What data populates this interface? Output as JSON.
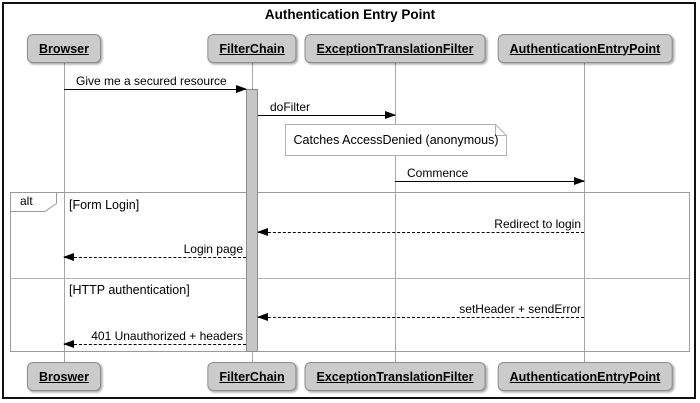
{
  "diagram": {
    "title": "Authentication Entry Point",
    "participants": [
      {
        "top_label": "Browser",
        "bottom_label": "Broswer"
      },
      {
        "top_label": "FilterChain",
        "bottom_label": "FilterChain"
      },
      {
        "top_label": "ExceptionTranslationFilter",
        "bottom_label": "ExceptionTranslationFilter"
      },
      {
        "top_label": "AuthenticationEntryPoint",
        "bottom_label": "AuthenticationEntryPoint"
      }
    ],
    "messages": [
      {
        "label": "Give me a secured resource",
        "from": "Browser",
        "to": "FilterChain",
        "line": "solid",
        "direction": "right"
      },
      {
        "label": "doFilter",
        "from": "FilterChain",
        "to": "ExceptionTranslationFilter",
        "line": "solid",
        "direction": "right"
      },
      {
        "label": "Commence",
        "from": "ExceptionTranslationFilter",
        "to": "AuthenticationEntryPoint",
        "line": "solid",
        "direction": "right"
      },
      {
        "label": "Redirect to login",
        "from": "AuthenticationEntryPoint",
        "to": "FilterChain",
        "line": "dashed",
        "direction": "left"
      },
      {
        "label": "Login page",
        "from": "FilterChain",
        "to": "Browser",
        "line": "dashed",
        "direction": "left"
      },
      {
        "label": "setHeader + sendError",
        "from": "AuthenticationEntryPoint",
        "to": "FilterChain",
        "line": "dashed",
        "direction": "left"
      },
      {
        "label": "401 Unauthorized + headers",
        "from": "FilterChain",
        "to": "Browser",
        "line": "dashed",
        "direction": "left"
      }
    ],
    "note": {
      "text": "Catches AccessDenied (anonymous)"
    },
    "alt_frame": {
      "operator": "alt",
      "sections": [
        {
          "guard": "[Form Login]"
        },
        {
          "guard": "[HTTP authentication]"
        }
      ]
    },
    "colors": {
      "background": "#ffffff",
      "outer_border": "#111111",
      "participant_fill": "#cbcbcb",
      "participant_border": "#8e8e8e",
      "lifeline": "#a6a6a6",
      "activation_fill": "#c6c6c6",
      "activation_border": "#8c8c8c",
      "frame_border": "#9a9a9a",
      "note_border": "#b0b0b0",
      "arrow": "#000000"
    }
  }
}
